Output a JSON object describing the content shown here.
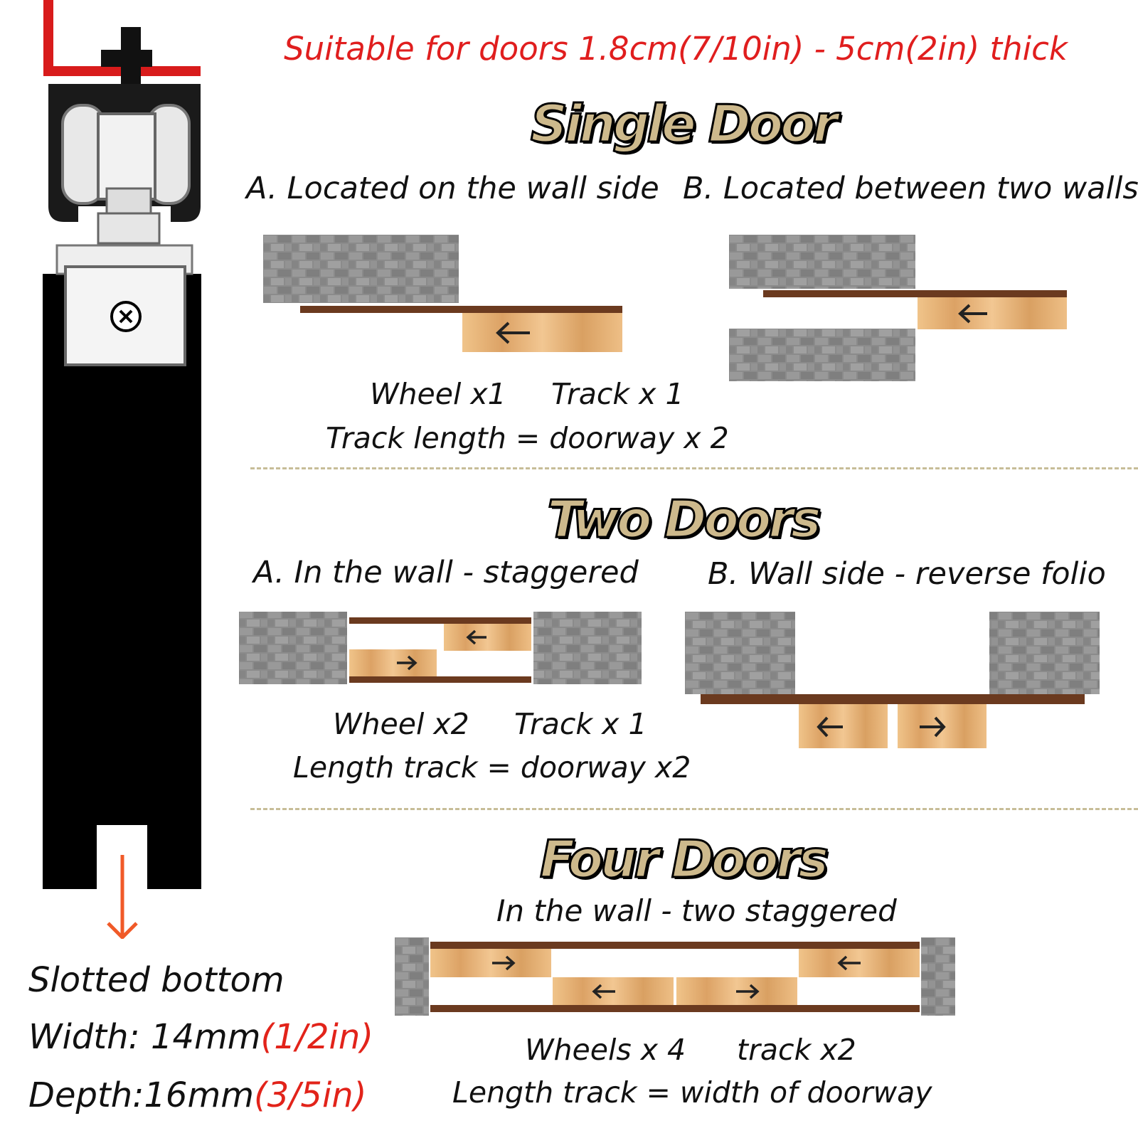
{
  "header": {
    "suitability": "Suitable for doors 1.8cm(7/10in) - 5cm(2in) thick"
  },
  "single_door": {
    "title": "Single Door",
    "option_a": "A. Located on the wall side",
    "option_b": "B. Located between two walls",
    "wheel_count": "Wheel x1",
    "track_count": "Track x 1",
    "track_length": "Track length = doorway x 2"
  },
  "two_doors": {
    "title": "Two Doors",
    "option_a": "A. In the wall - staggered",
    "option_b": "B. Wall side - reverse folio",
    "wheel_count": "Wheel x2",
    "track_count": "Track x 1",
    "track_length": "Length track = doorway x2"
  },
  "four_doors": {
    "title": "Four Doors",
    "option": "In the wall - two staggered",
    "wheel_count": "Wheels x 4",
    "track_count": "track x2",
    "track_length": "Length track = width of doorway"
  },
  "slot_spec": {
    "label": "Slotted bottom",
    "width_label": "Width: 14mm",
    "width_imperial": "(1/2in)",
    "depth_label": "Depth:16mm",
    "depth_imperial": "(3/5in)"
  },
  "colors": {
    "brick": "#8c8c8c",
    "track": "#6b3a1f",
    "wood": "#e3ad6c",
    "accent_red": "#e01e1e",
    "heading_fill": "#cdb98c",
    "arrow_orange": "#f05a28"
  },
  "icons": [
    "arrow-left-icon",
    "arrow-right-icon",
    "arrow-down-icon",
    "screw-icon"
  ]
}
